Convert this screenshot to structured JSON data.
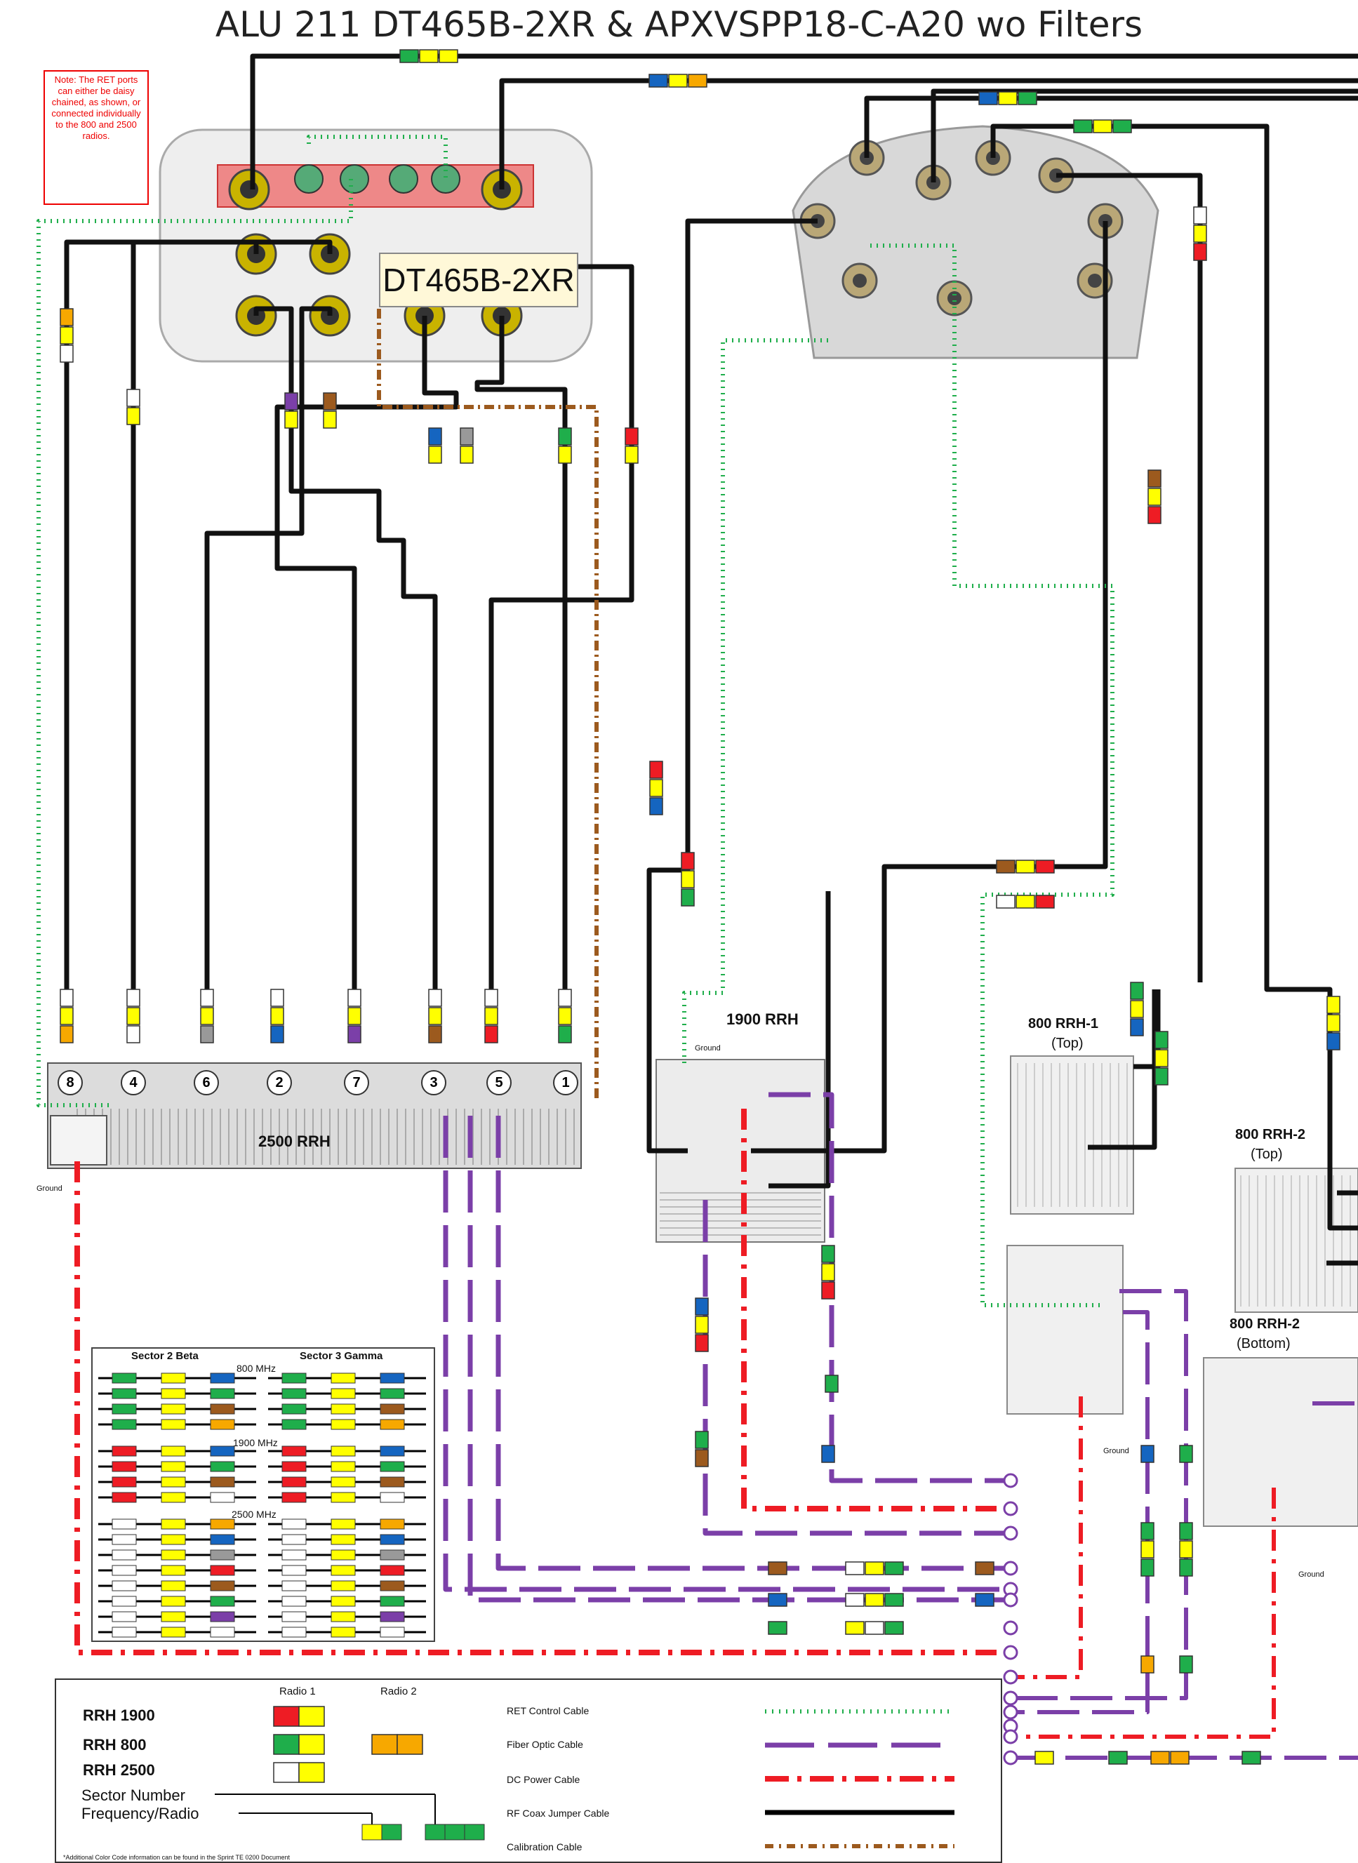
{
  "title": "ALU 211 DT465B-2XR & APXVSPP18-C-A20 wo Filters",
  "note": "Note: The RET ports can either be daisy chained, as shown, or connected individually to the 800 and 2500 radios.",
  "dt_label": "DT465B-2XR",
  "rrh_labels": {
    "rrh_1900": "1900 RRH",
    "rrh_2500": "2500 RRH",
    "rrh_800_1": "800 RRH-1",
    "rrh_800_1_sub": "(Top)",
    "rrh_800_2": "800 RRH-2",
    "rrh_800_2_sub": "(Top)",
    "rrh_800_2b": "800 RRH-2",
    "rrh_800_2b_sub": "(Bottom)",
    "ground": "Ground"
  },
  "port_numbers": [
    "8",
    "4",
    "6",
    "2",
    "7",
    "3",
    "5",
    "1"
  ],
  "chart": {
    "col1": "Sector 2 Beta",
    "col2": "Sector 3 Gamma",
    "band_800": "800 MHz",
    "band_1900": "1900 MHz",
    "band_2500": "2500 MHz"
  },
  "legend": {
    "radio1": "Radio 1",
    "radio2": "Radio 2",
    "rows": [
      {
        "label": "RRH 1900",
        "c1": "#ee1c24",
        "c2": "#ffff00"
      },
      {
        "label": "RRH 800",
        "c1": "#1fae4b",
        "c2": "#ffff00"
      },
      {
        "label": "RRH 2500",
        "c1": "#ffffff",
        "c2": "#ffff00"
      }
    ],
    "radio2_color": "#f7a800",
    "sector_label": "Sector Number",
    "freq_label": "Frequency/Radio",
    "cables": [
      {
        "label": "RET Control Cable",
        "color": "#1fae4b"
      },
      {
        "label": "Fiber Optic Cable",
        "color": "#7b3fa8"
      },
      {
        "label": "DC Power Cable",
        "color": "#ee1c24"
      },
      {
        "label": "RF Coax Jumper Cable",
        "color": "#000000"
      },
      {
        "label": "Calibration Cable",
        "color": "#9c5a1e"
      }
    ],
    "footnote": "*Additional Color Code information can be found in the Sprint TE 0200 Document"
  }
}
